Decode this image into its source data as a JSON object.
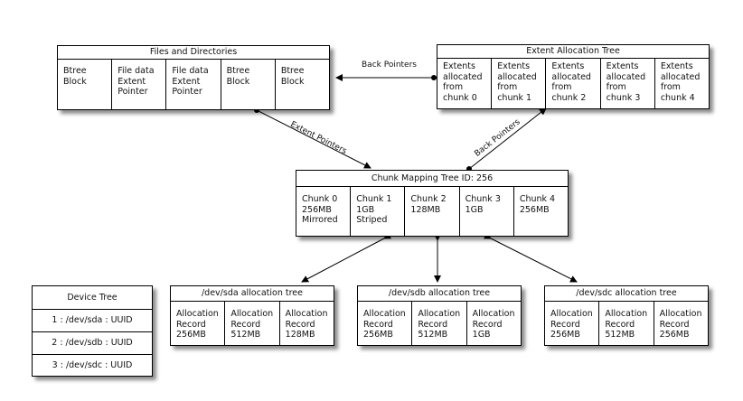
{
  "files_directories": {
    "title": "Files and Directories",
    "cells": [
      "Btree\nBlock",
      "File data\nExtent\nPointer",
      "File data\nExtent\nPointer",
      "Btree\nBlock",
      "Btree\nBlock"
    ]
  },
  "extent_allocation_tree": {
    "title": "Extent Allocation Tree",
    "cells": [
      "Extents\nallocated\nfrom\nchunk 0",
      "Extents\nallocated\nfrom\nchunk 1",
      "Extents\nallocated\nfrom\nchunk 2",
      "Extents\nallocated\nfrom\nchunk 3",
      "Extents\nallocated\nfrom\nchunk 4"
    ]
  },
  "chunk_mapping_tree": {
    "title": "Chunk Mapping Tree ID: 256",
    "cells": [
      "Chunk 0\n256MB\nMirrored",
      "Chunk 1\n1GB\nStriped",
      "Chunk 2\n128MB",
      "Chunk 3\n1GB",
      "Chunk 4\n256MB"
    ]
  },
  "device_tree": {
    "title": "Device Tree",
    "rows": [
      "1 : /dev/sda : UUID",
      "2 : /dev/sdb : UUID",
      "3 : /dev/sdc : UUID"
    ]
  },
  "sda_tree": {
    "title": "/dev/sda allocation tree",
    "cells": [
      "Allocation\nRecord\n256MB",
      "Allocation\nRecord\n512MB",
      "Allocation\nRecord\n128MB"
    ]
  },
  "sdb_tree": {
    "title": "/dev/sdb allocation tree",
    "cells": [
      "Allocation\nRecord\n256MB",
      "Allocation\nRecord\n512MB",
      "Allocation\nRecord\n1GB"
    ]
  },
  "sdc_tree": {
    "title": "/dev/sdc allocation tree",
    "cells": [
      "Allocation\nRecord\n256MB",
      "Allocation\nRecord\n512MB",
      "Allocation\nRecord\n256MB"
    ]
  },
  "edge_labels": {
    "back_pointers_top": "Back Pointers",
    "extent_pointers": "Extent Pointers",
    "back_pointers_diag": "Back Pointers"
  }
}
